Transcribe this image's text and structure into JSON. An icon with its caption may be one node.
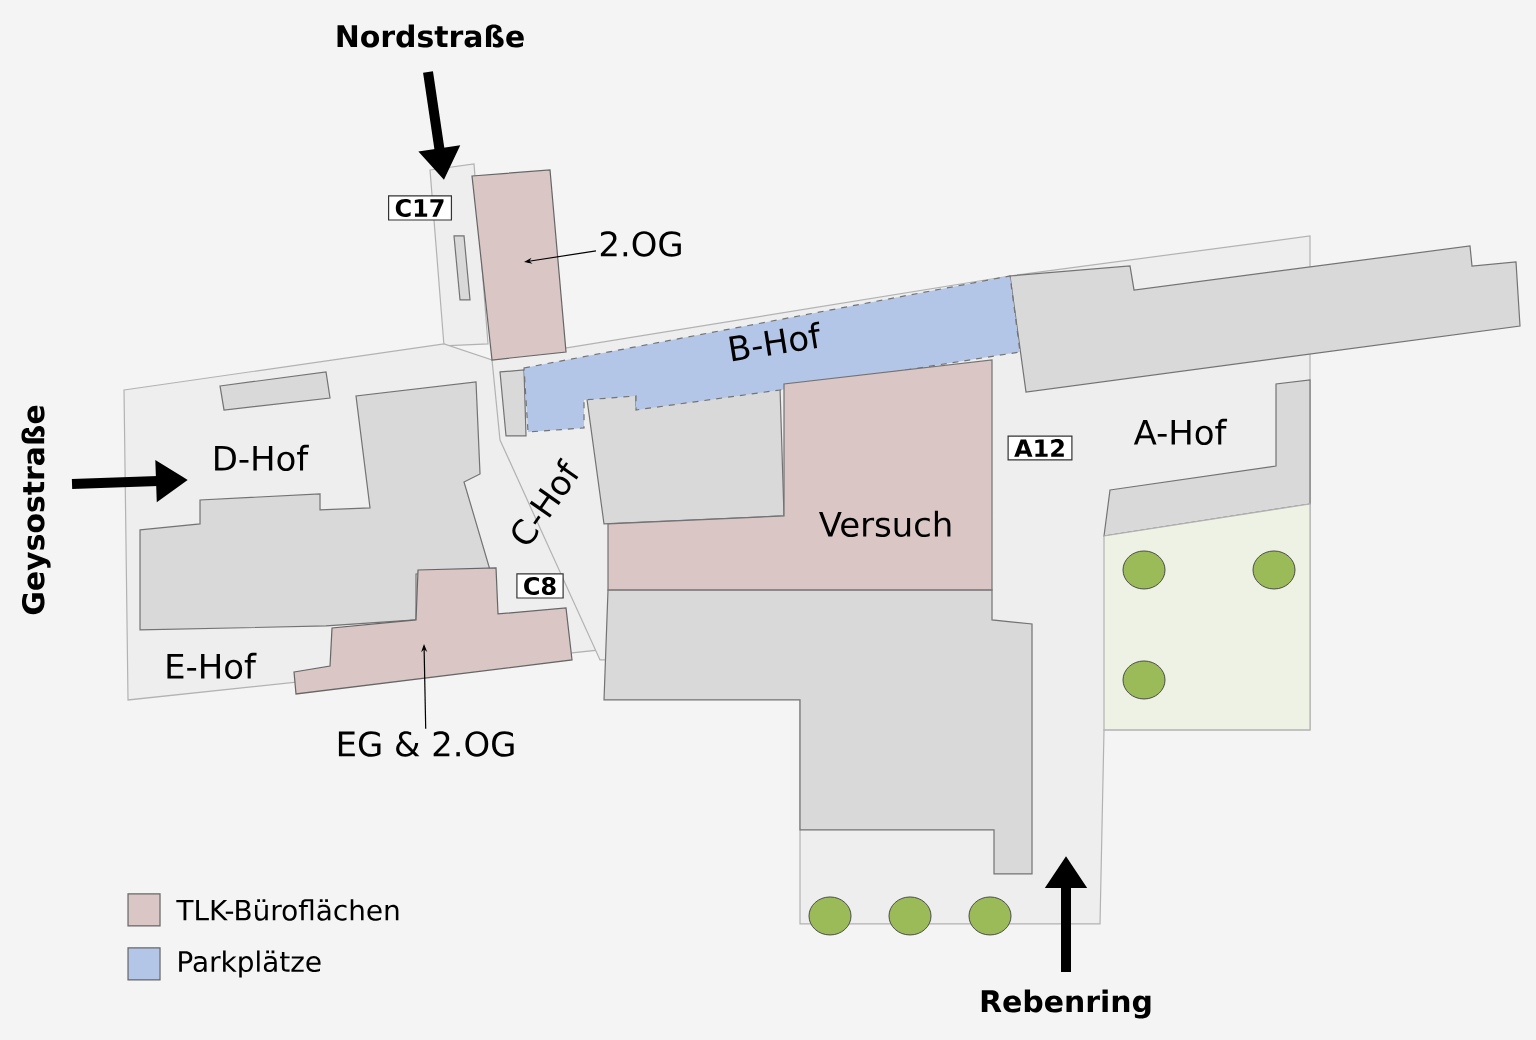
{
  "diagram": {
    "nodes": [
      {
        "text": [
          "2.OG"
        ]
      },
      {
        "text": [],
        "shape": "box"
      },
      {
        "text": [
          "B-Hof"
        ]
      },
      {
        "text": [
          "Versuch"
        ]
      },
      {
        "text": [
          "C17"
        ]
      },
      {
        "text": [
          "A12"
        ]
      },
      {
        "text": [
          "C8"
        ]
      },
      {
        "text": [
          "EG & 2.OG"
        ]
      },
      {
        "text": [],
        "shape": "box"
      }
    ],
    "edges": [
      {
        "from": 0,
        "to": 1,
        "arrow": "to"
      },
      {
        "from": 7,
        "to": 8,
        "arrow": "to"
      }
    ],
    "labels": [
      "Nordstraße",
      "D-Hof",
      "Geysostraße",
      "C-Hof",
      "A-Hof",
      "E-Hof",
      "Rebenring"
    ],
    "legend": [
      {
        "text": "TLK-Büroflächen",
        "color": "#d9c6c5"
      },
      {
        "text": "Parkplätze",
        "color": "#b4c6e7"
      }
    ]
  }
}
